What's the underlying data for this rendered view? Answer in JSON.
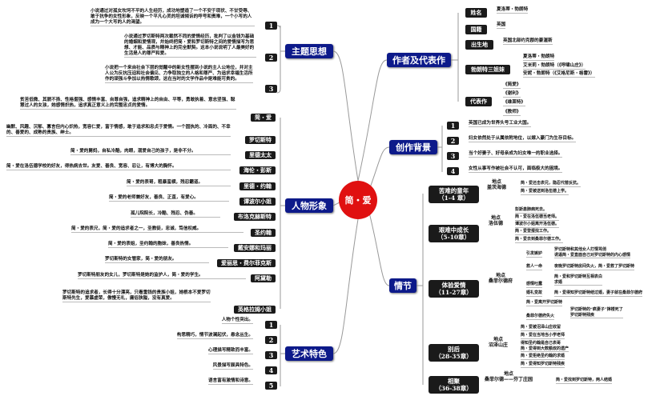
{
  "center": "简・爱",
  "theme": {
    "label": "主题思想",
    "items": [
      {
        "num": "1",
        "text": "小说通过对孤女坎坷不平的人生经历，成功地塑造了一个不安于现状、不甘受辱、敢于抗争的女性形象，反映一个平凡心灵的坦诚倾诉的呼号和责难，一个小写的人成为一个大写的人的渴望。"
      },
      {
        "num": "2",
        "text": "小说通过罗切斯特两次截然不同的爱情经历，批判了以金钱为基础的婚姻和爱情观，并始终把简・爱和罗切斯特之间的爱情描写为思想、才能、品质与精神上的完全默契。这本小说说明了人最美好的生活是人的尊严和爱。"
      },
      {
        "num": "3",
        "text": "小说把一个来自社会下层的觉醒中的新女性摆到小说的主人公地位，并对主人公为反抗压迫和社会偏见、力争取独立的人格和尊严、为追求幸福生活所作的顽强斗争加以热情歌颂，这在当时的文学作品中是难能可贵的。"
      }
    ]
  },
  "characters": {
    "label": "人物形象",
    "items": [
      {
        "name": "简・爱",
        "text": "贫苦低微、其貌不扬、性格倔强、感情丰富、自尊自强，追求精神上的自由、平等，勇敢执着、意志坚强、聪慧过人的女孩，她感情炽热，追求真正意义上的完整忠贞的爱情。"
      },
      {
        "name": "罗切斯特",
        "text": "幽默、风趣、沉郁、寡言但内心炽热，宽容仁爱，富于情感，敢于追求和忠贞于爱情。一个固执的、冷面的、不幸的、善爱的、成熟的贵族、绅士。"
      },
      {
        "name": "里德太太",
        "text": "简・爱的舅妈，自私冷酷，肉眼，溺爱自己的孩子，是非不分。"
      },
      {
        "name": "海伦・彭斯",
        "text": "简・爱在洛伍德学校的好友，得热病去世。友爱、善良、宽容、忍让，有博大的胸怀。"
      },
      {
        "name": "里德・约翰",
        "text": "简・爱的表哥，粗暴蛮横，残忍霸道。"
      },
      {
        "name": "谭波尔小姐",
        "text": "简・爱的老师兼好友，善良、正直，有爱心。"
      },
      {
        "name": "布洛克赫斯特",
        "text": "孤儿院院长，冷酷、残忍、伪善。"
      },
      {
        "name": "圣约翰",
        "text": "简・爱的表兄，简・爱的追求者之一，圣教徒，忠诚，笃信权威。"
      },
      {
        "name": "戴安娜和玛丽",
        "text": "简・爱的表姐，圣约翰的胞妹，善良热情。"
      },
      {
        "name": "爱丽思・费尔菲克斯",
        "text": "罗切斯特的女管家，简・爱的朋友。"
      },
      {
        "name": "阿黛勒",
        "text": "罗切斯特朋友的女儿，罗切斯特是她的监护人，简・爱的学生。"
      },
      {
        "name": "英格拉姆小姐",
        "text": "罗切斯特的追求者，长得十分漂亮，只看重钱的贵族小姐，她根本不爱罗切斯特先生，爱慕虚荣，傲慢无礼，庸俗狭隘，没有真爱。"
      }
    ]
  },
  "art": {
    "label": "艺术特色",
    "items": [
      {
        "num": "1",
        "text": "人物个性突出。"
      },
      {
        "num": "2",
        "text": "构思精巧，情节波澜起伏，悬念丛生。"
      },
      {
        "num": "3",
        "text": "心理描写精致而丰富。"
      },
      {
        "num": "4",
        "text": "风景描写颇具特色。"
      },
      {
        "num": "5",
        "text": "语言富有激情和诗意。"
      }
    ]
  },
  "author": {
    "label": "作者及代表作",
    "name": {
      "label": "姓名",
      "value": "夏洛蒂・勃朗特"
    },
    "nationality": {
      "label": "国籍",
      "value": "英国"
    },
    "birthplace": {
      "label": "出生地",
      "value": "英国北部约克郡的豪渥斯"
    },
    "sisters": {
      "label": "勃朗特三姐妹",
      "values": [
        "夏洛蒂・勃朗特",
        "艾米莉・勃朗特（《呼啸山庄》）",
        "安妮・勃朗特（《艾格尼斯・格雷》）"
      ]
    },
    "works": {
      "label": "代表作",
      "values": [
        "《简爱》",
        "《谢利》",
        "《维莱特》",
        "《教师》"
      ]
    }
  },
  "background": {
    "label": "创作背景",
    "items": [
      {
        "num": "1",
        "text": "英国已成为世界头号工业大国。"
      },
      {
        "num": "2",
        "text": "妇女依然处于从属依附地位，以嫁入豪门为生存目标。"
      },
      {
        "num": "3",
        "text": "当个好妻子、好母亲成为妇女唯一的职业选择。"
      },
      {
        "num": "4",
        "text": "女性从事写作被社会不认可，面临极大的困境。"
      }
    ]
  },
  "plot": {
    "label": "情节",
    "stages": [
      {
        "title": "苦难的童年",
        "chapters": "（1-4 章）",
        "loc_label": "地点",
        "loc": "盖茨海德",
        "events": [
          "简・爱还击表兄，隐忍代替反抗。",
          "简・爱被送到洛伍德上学。"
        ]
      },
      {
        "title": "艰难中成长",
        "chapters": "（5-10章）",
        "loc_label": "地点",
        "loc": "洛伍德",
        "events": [
          "彭斯患肺病死去。",
          "简・爱在洛伍德当老师。",
          "谭波尔小姐离开洛伍德。",
          "简・爱登报找工作。",
          "简・爱去到桑菲尔德工作。"
        ]
      },
      {
        "title": "体验爱情",
        "chapters": "（11-27章）",
        "loc_label": "地点",
        "loc": "桑菲尔德府",
        "events": [
          {
            "tag": "引发嫉妒",
            "text": "罗切斯特和其他女人打情骂俏\n诱逼简・爱直面自己对罗切斯特的内心感情"
          },
          {
            "tag": "救人一命",
            "text": "夜晚罗切斯特房间失火，简・爱救了罗切斯特"
          },
          {
            "tag": "感情吐露",
            "text": "简・爱和罗切斯特互相表白\n求婚"
          },
          {
            "tag": "婚礼变故",
            "text": "简・爱得知罗切斯特结过婚，妻子就在桑菲尔德府"
          },
          {
            "tag": "",
            "text": "简・爱离开罗切斯特"
          },
          {
            "tag": "桑菲尔德府失火",
            "text": "罗切斯特的“疯妻子”摔楼死了\n罗切斯特残疾"
          }
        ]
      },
      {
        "title": "别后",
        "chapters": "（28-35章）",
        "loc_label": "地点",
        "loc": "沼泽山庄",
        "events": [
          "简・爱被沼泽山庄收留",
          "简・爱在当地当小学老师",
          "得知圣约翰是自己表哥\n简・爱得到大数额叔的遗产",
          "简・爱拒绝圣约翰的求婚",
          "简・爱得知罗切斯特残疾"
        ]
      },
      {
        "title": "相聚",
        "chapters": "（36-38章）",
        "loc_label": "地点",
        "loc": "桑菲尔德——芬丁庄园",
        "events": [
          "简・爱找到罗切斯特，两人结婚"
        ]
      }
    ]
  },
  "colors": {
    "center": "#e01010",
    "main_branch": "#0d1a8a",
    "sub_label": "#1a1a1a"
  }
}
